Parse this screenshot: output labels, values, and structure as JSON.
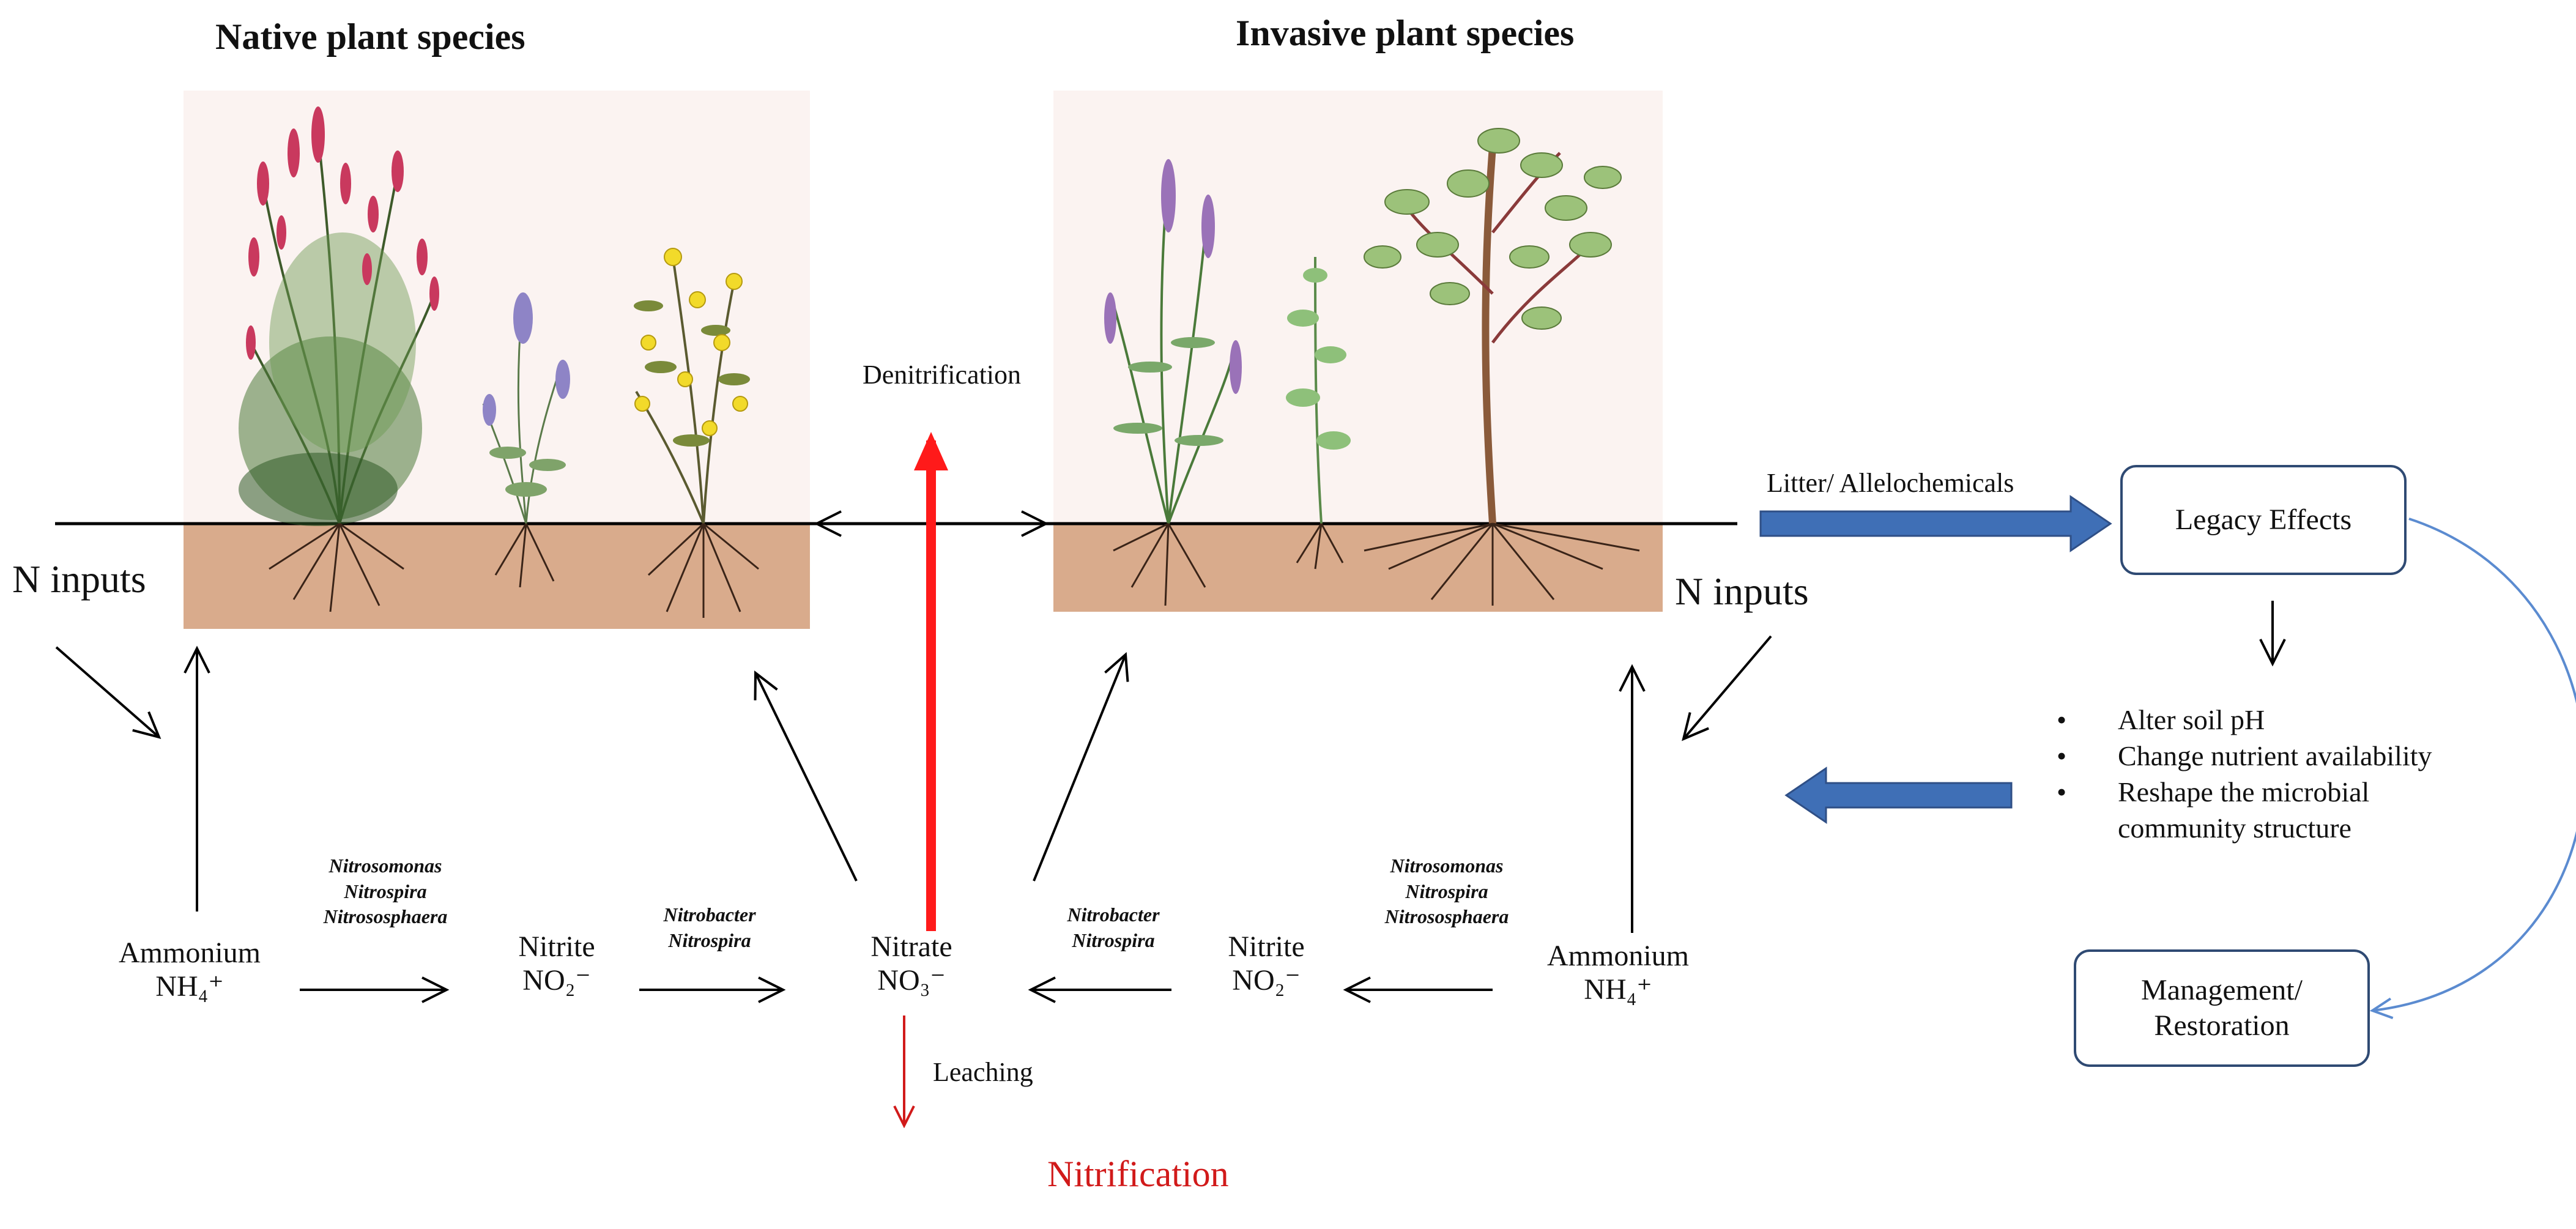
{
  "headings": {
    "native": "Native plant species",
    "invasive": "Invasive plant species"
  },
  "labels": {
    "n_inputs_left": "N inputs",
    "n_inputs_right": "N inputs",
    "denitrification": "Denitrification",
    "leaching": "Leaching",
    "nitrification": "Nitrification",
    "litter": "Litter/ Allelochemicals"
  },
  "nodes": {
    "ammonium_left": {
      "name": "Ammonium",
      "formula": "NH₄⁺"
    },
    "nitrite_left": {
      "name": "Nitrite",
      "formula": "NO₂⁻"
    },
    "nitrate": {
      "name": "Nitrate",
      "formula": "NO₃⁻"
    },
    "nitrite_right": {
      "name": "Nitrite",
      "formula": "NO₂⁻"
    },
    "ammonium_right": {
      "name": "Ammonium",
      "formula": "NH₄⁺"
    }
  },
  "bacteria": {
    "amm_to_nitrite_left": [
      "Nitrosomonas",
      "Nitrospira",
      "Nitrososphaera"
    ],
    "nitrite_to_nitrate_left": [
      "Nitrobacter",
      "Nitrospira"
    ],
    "nitrite_to_nitrate_right": [
      "Nitrobacter",
      "Nitrospira"
    ],
    "amm_to_nitrite_right": [
      "Nitrosomonas",
      "Nitrospira",
      "Nitrososphaera"
    ]
  },
  "boxes": {
    "legacy": "Legacy Effects",
    "management_line1": "Management/",
    "management_line2": "Restoration"
  },
  "effects": [
    "Alter soil pH",
    "Change nutrient availability",
    "Reshape the microbial",
    "community structure"
  ],
  "colors": {
    "arrow_black": "#000000",
    "denitrification_red": "#ff1a1a",
    "nitrification_red": "#c0181a",
    "block_arrow_blue": "#3f6fb6",
    "curve_blue": "#5b8bd0",
    "soil": "#d9ab8c",
    "sky": "#fbf3f1"
  }
}
